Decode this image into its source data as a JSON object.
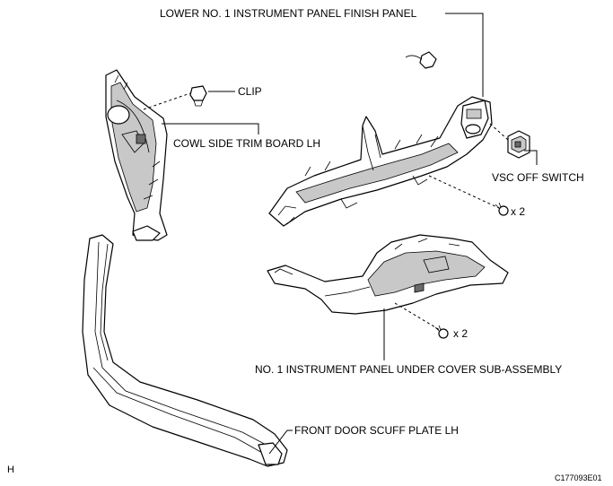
{
  "labels": {
    "lower_panel": "LOWER NO. 1 INSTRUMENT PANEL FINISH PANEL",
    "clip": "CLIP",
    "cowl_trim": "COWL SIDE TRIM BOARD LH",
    "vsc_switch": "VSC OFF SWITCH",
    "qty_upper": "x 2",
    "qty_lower": "x 2",
    "under_cover": "NO. 1 INSTRUMENT PANEL UNDER COVER SUB-ASSEMBLY",
    "scuff_plate": "FRONT DOOR SCUFF PLATE LH",
    "view_code": "H",
    "figure_id": "C177093E01"
  }
}
